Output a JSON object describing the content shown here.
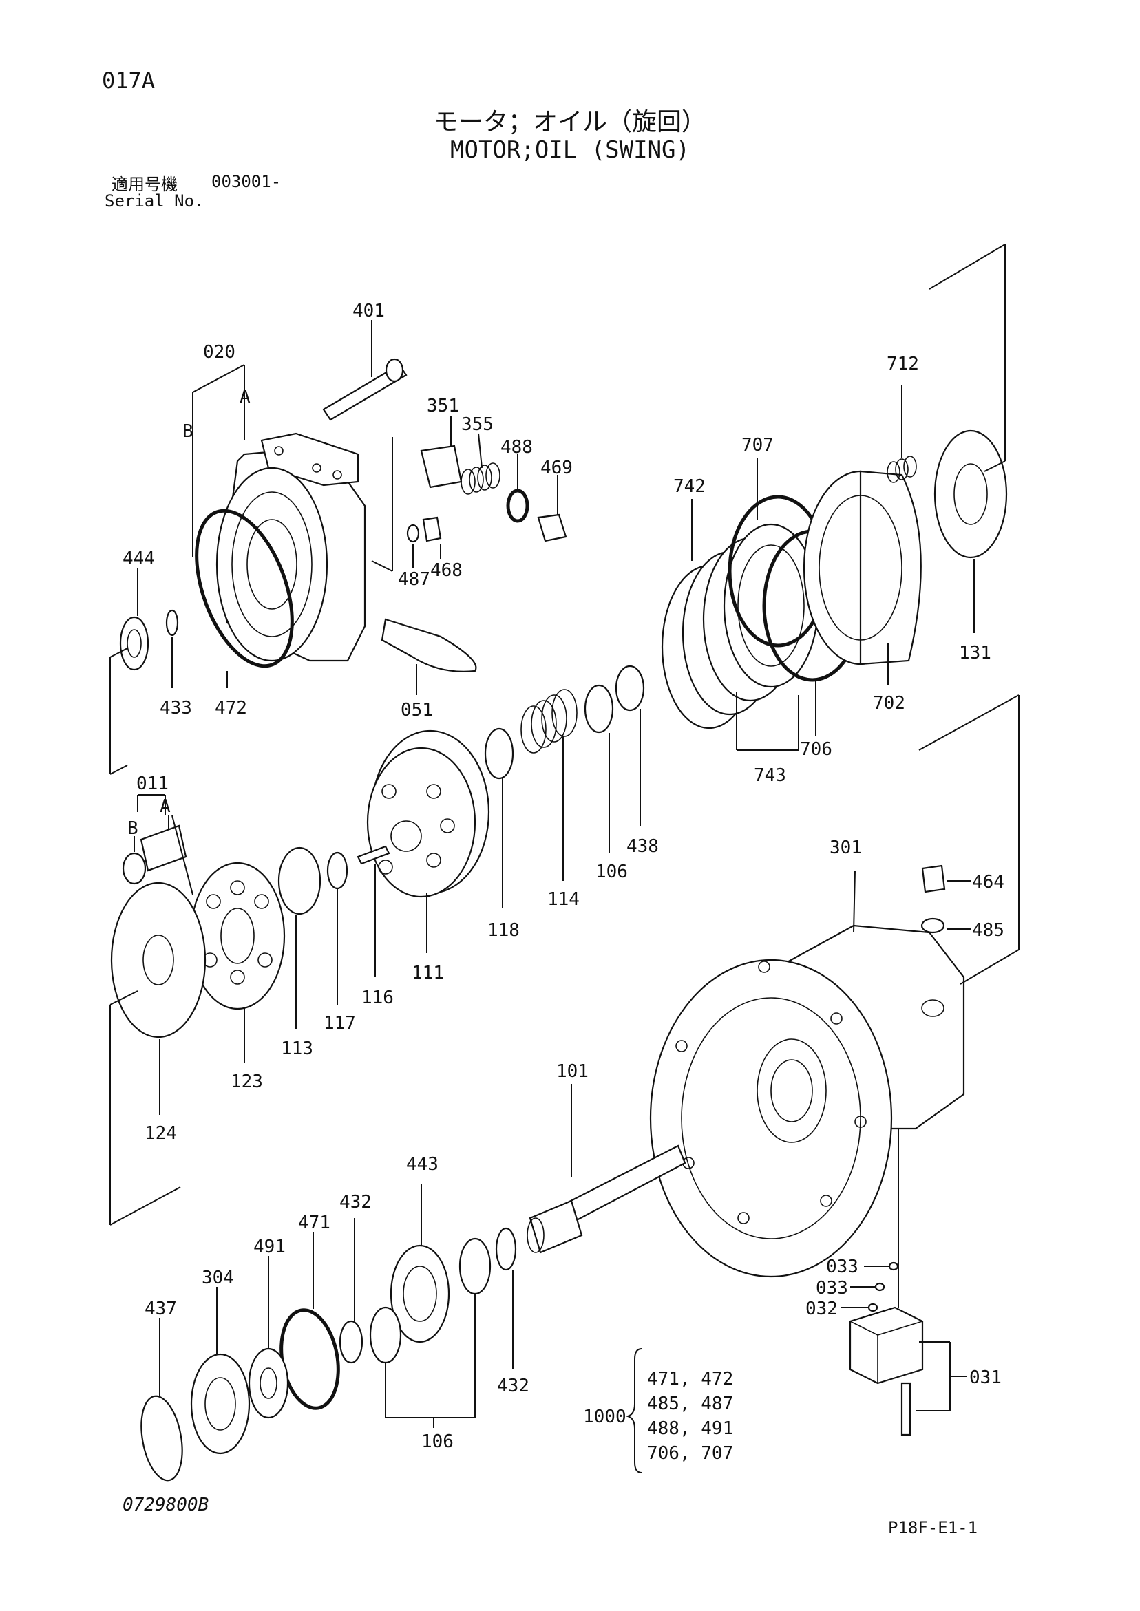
{
  "header": {
    "page_code": "017A",
    "title_jp": "モータ；オイル（旋回）",
    "title_en": "MOTOR;OIL (SWING)",
    "serial_label_jp": "適用号機",
    "serial_label_en": "Serial No.",
    "serial_number": "003001-"
  },
  "footer": {
    "doc_code": "0729800B",
    "page_ref": "P18F-E1-1"
  },
  "labels": {
    "l401": "401",
    "l020": "020",
    "lA1": "A",
    "lB1": "B",
    "l351": "351",
    "l355": "355",
    "l488": "488",
    "l469": "469",
    "l487": "487",
    "l468": "468",
    "l444": "444",
    "l433": "433",
    "l472": "472",
    "l051": "051",
    "l712": "712",
    "l707": "707",
    "l742": "742",
    "l131": "131",
    "l702": "702",
    "l706": "706",
    "l743": "743",
    "l011": "011",
    "lA2": "A",
    "lB2": "B",
    "l438": "438",
    "l106a": "106",
    "l114": "114",
    "l118": "118",
    "l111": "111",
    "l116": "116",
    "l117": "117",
    "l113": "113",
    "l123": "123",
    "l124": "124",
    "l301": "301",
    "l464": "464",
    "l485": "485",
    "l101": "101",
    "l443": "443",
    "l432a": "432",
    "l471": "471",
    "l491": "491",
    "l304": "304",
    "l437": "437",
    "l432b": "432",
    "l106b": "106",
    "l033a": "033",
    "l033b": "033",
    "l032": "032",
    "l031": "031",
    "l1000": "1000",
    "k1": "471, 472",
    "k2": "485, 487",
    "k3": "488, 491",
    "k4": "706, 707"
  }
}
